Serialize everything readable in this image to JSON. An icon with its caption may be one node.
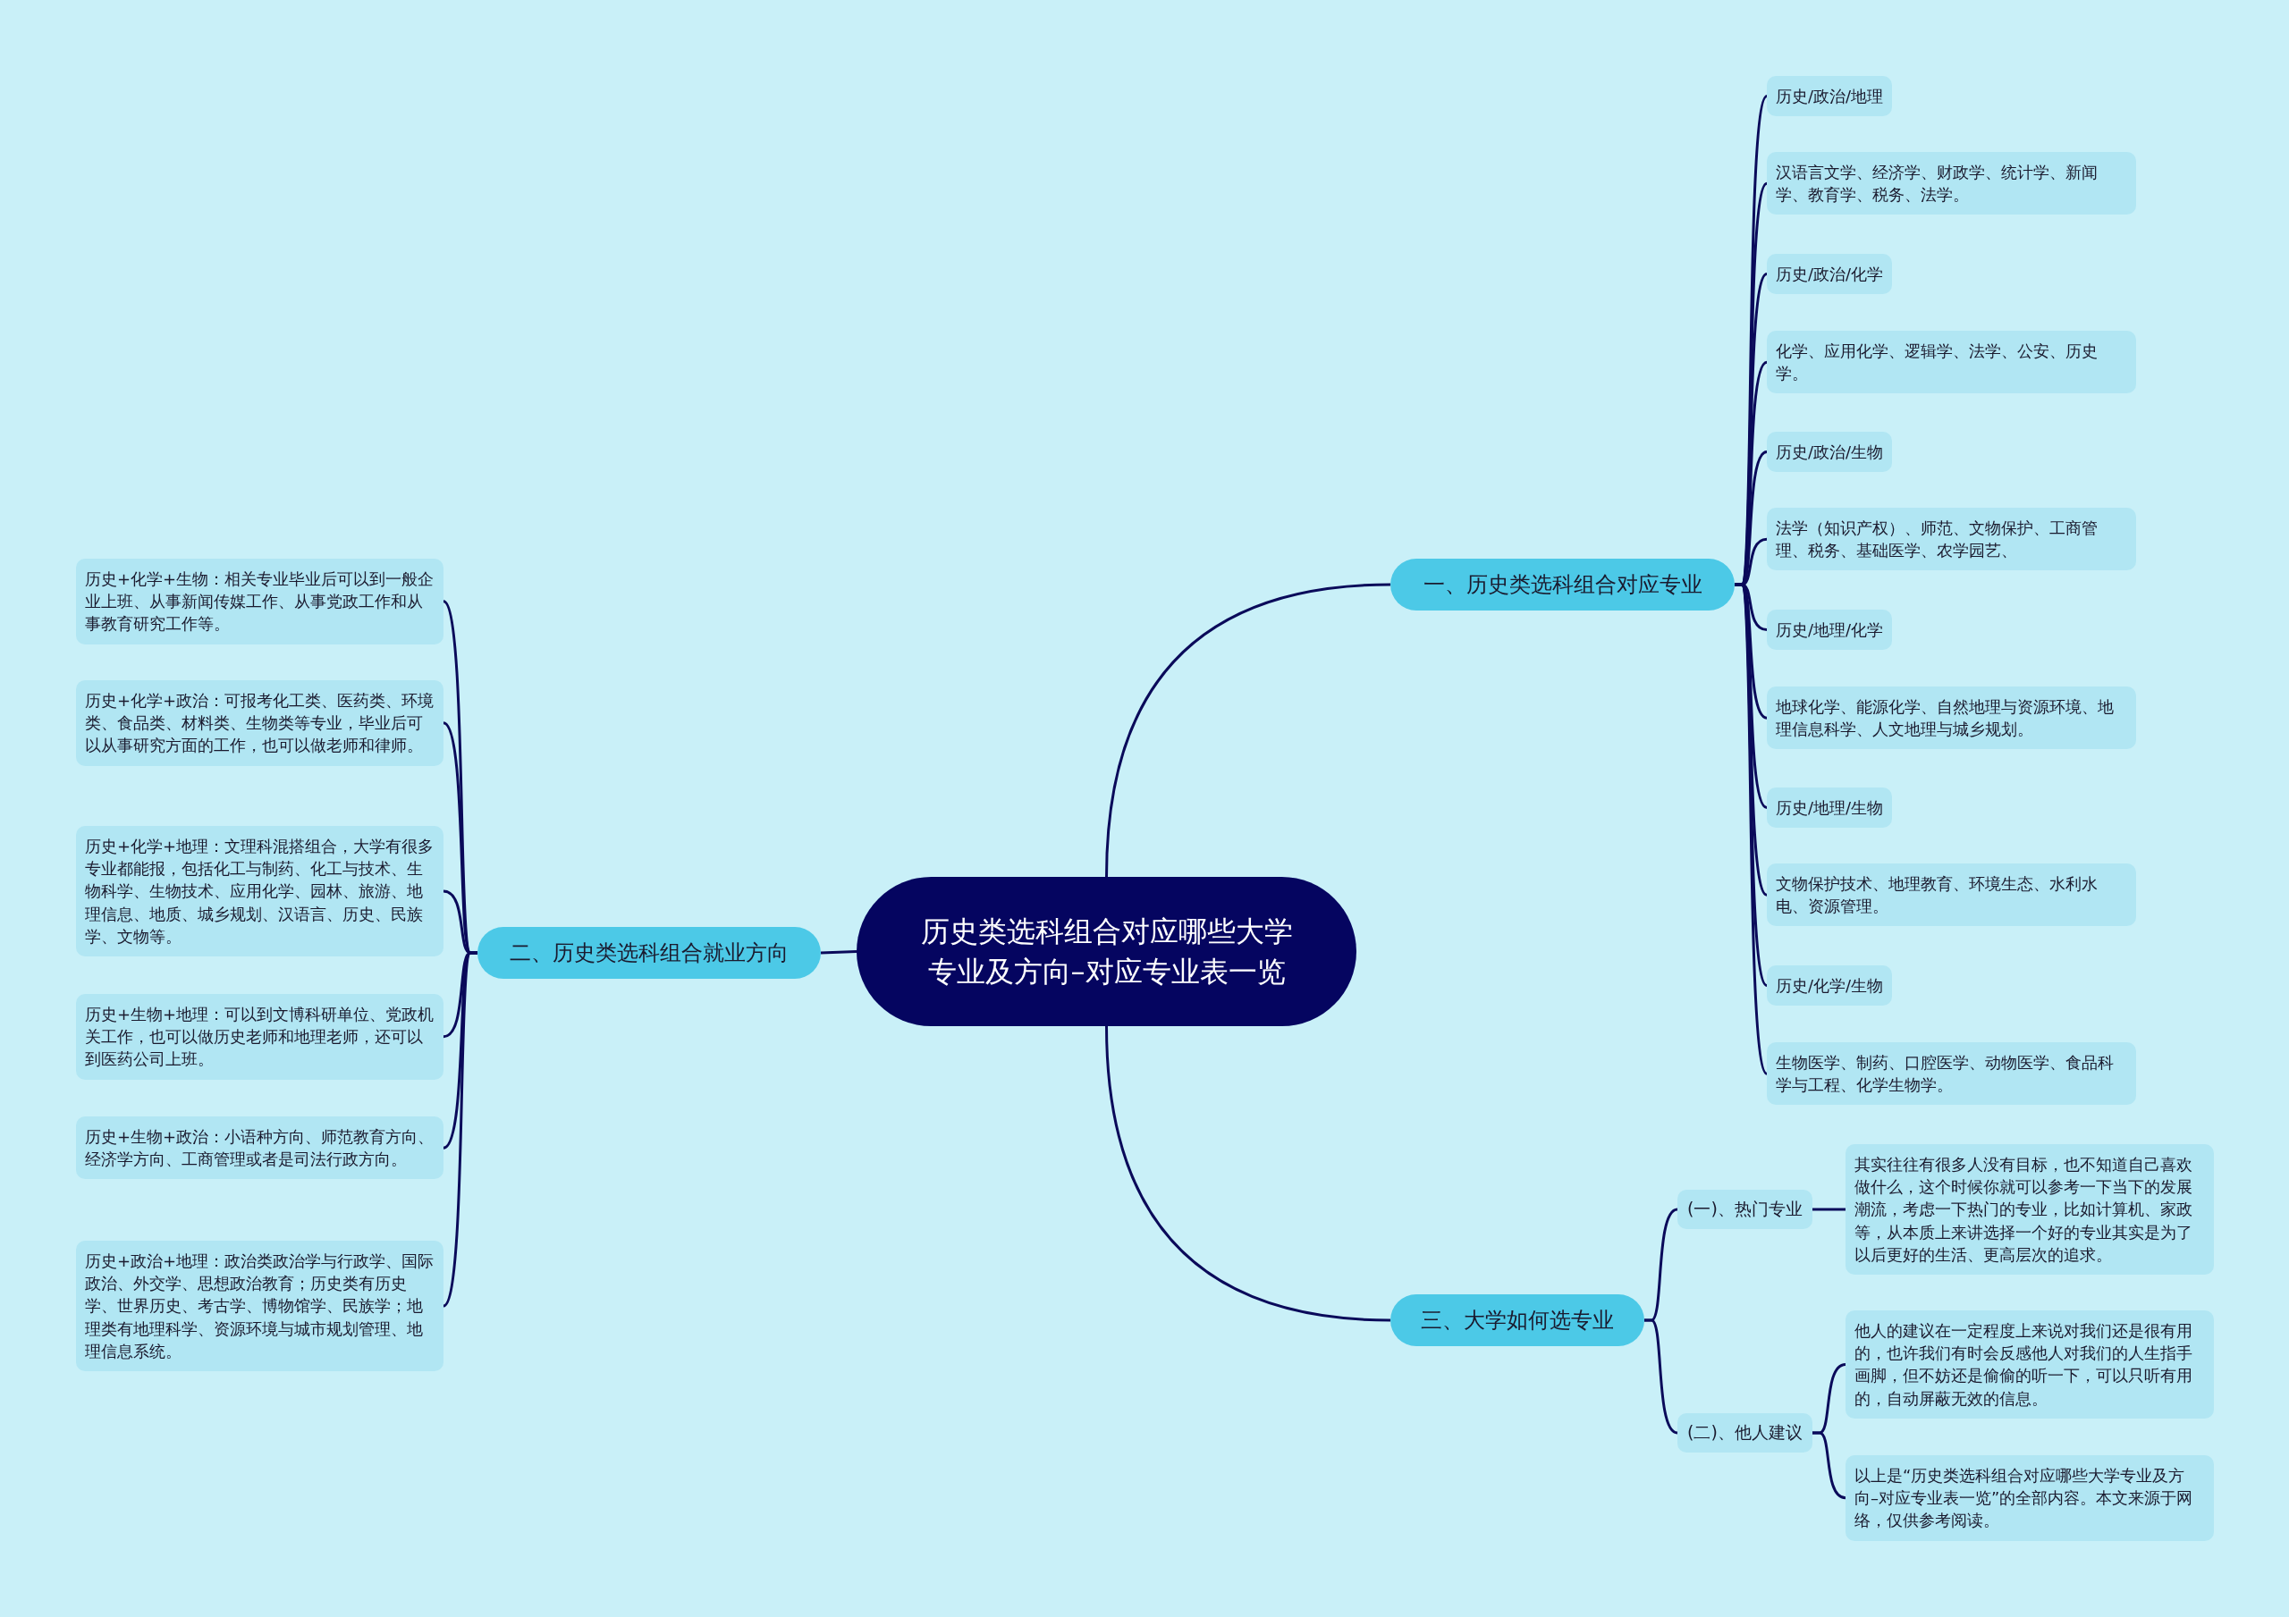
{
  "diagram": {
    "nodes": [
      {
        "text": [
          "历史类选科组合对应哪些大学专业及方向–对应专业表一览"
        ]
      },
      {
        "text": [
          "一、历史类选科组合对应专业"
        ]
      },
      {
        "text": [
          "历史/政治/地理"
        ]
      },
      {
        "text": [
          "汉语言文学、经济学、财政学、统计学、新闻学、教育学、税务、法学。"
        ]
      },
      {
        "text": [
          "历史/政治/化学"
        ]
      },
      {
        "text": [
          "化学、应用化学、逻辑学、法学、公安、历史学。"
        ]
      },
      {
        "text": [
          "历史/政治/生物"
        ]
      },
      {
        "text": [
          "法学（知识产权）、师范、文物保护、工商管理、税务、基础医学、农学园艺、"
        ]
      },
      {
        "text": [
          "历史/地理/化学"
        ]
      },
      {
        "text": [
          "地球化学、能源化学、自然地理与资源环境、地理信息科学、人文地理与城乡规划。"
        ]
      },
      {
        "text": [
          "历史/地理/生物"
        ]
      },
      {
        "text": [
          "文物保护技术、地理教育、环境生态、水利水电、资源管理。"
        ]
      },
      {
        "text": [
          "历史/化学/生物"
        ]
      },
      {
        "text": [
          "生物医学、制药、口腔医学、动物医学、食品科学与工程、化学生物学。"
        ]
      },
      {
        "text": [
          "二、历史类选科组合就业方向"
        ]
      },
      {
        "text": [
          "历史+化学+生物：相关专业毕业后可以到一般企业上班、从事新闻传媒工作、从事党政工作和从事教育研究工作等。"
        ]
      },
      {
        "text": [
          "历史+化学+政治：可报考化工类、医药类、环境类、食品类、材料类、生物类等专业，毕业后可以从事研究方面的工作，也可以做老师和律师。"
        ]
      },
      {
        "text": [
          "历史+化学+地理：文理科混搭组合，大学有很多专业都能报，包括化工与制药、化工与技术、生物科学、生物技术、应用化学、园林、旅游、地理信息、地质、城乡规划、汉语言、历史、民族学、文物等。"
        ]
      },
      {
        "text": [
          "历史+生物+地理：可以到文博科研单位、党政机关工作，也可以做历史老师和地理老师，还可以到医药公司上班。"
        ]
      },
      {
        "text": [
          "历史+生物+政治：小语种方向、师范教育方向、经济学方向、工商管理或者是司法行政方向。"
        ]
      },
      {
        "text": [
          "历史+政治+地理：政治类政治学与行政学、国际政治、外交学、思想政治教育；历史类有历史学、世界历史、考古学、博物馆学、民族学；地理类有地理科学、资源环境与城市规划管理、地理信息系统。"
        ]
      },
      {
        "text": [
          "三、大学如何选专业"
        ]
      },
      {
        "text": [
          "(一)、热门专业"
        ]
      },
      {
        "text": [
          "其实往往有很多人没有目标，也不知道自己喜欢做什么，这个时候你就可以参考一下当下的发展潮流，考虑一下热门的专业，比如计算机、家政等，从本质上来讲选择一个好的专业其实是为了以后更好的生活、更高层次的追求。"
        ]
      },
      {
        "text": [
          "(二)、他人建议"
        ]
      },
      {
        "text": [
          "他人的建议在一定程度上来说对我们还是很有用的，也许我们有时会反感他人对我们的人生指手画脚，但不妨还是偷偷的听一下，可以只听有用的，自动屏蔽无效的信息。"
        ]
      },
      {
        "text": [
          "以上是“历史类选科组合对应哪些大学专业及方向–对应专业表一览”的全部内容。本文来源于网络，仅供参考阅读。"
        ]
      }
    ],
    "edges": [
      {
        "from": 0,
        "to": 1,
        "arrow": "none"
      },
      {
        "from": 1,
        "to": 2,
        "arrow": "none"
      },
      {
        "from": 1,
        "to": 3,
        "arrow": "none"
      },
      {
        "from": 1,
        "to": 4,
        "arrow": "none"
      },
      {
        "from": 1,
        "to": 5,
        "arrow": "none"
      },
      {
        "from": 1,
        "to": 6,
        "arrow": "none"
      },
      {
        "from": 1,
        "to": 7,
        "arrow": "none"
      },
      {
        "from": 1,
        "to": 8,
        "arrow": "none"
      },
      {
        "from": 1,
        "to": 9,
        "arrow": "none"
      },
      {
        "from": 1,
        "to": 10,
        "arrow": "none"
      },
      {
        "from": 1,
        "to": 11,
        "arrow": "none"
      },
      {
        "from": 1,
        "to": 12,
        "arrow": "none"
      },
      {
        "from": 1,
        "to": 13,
        "arrow": "none"
      },
      {
        "from": 0,
        "to": 14,
        "arrow": "none"
      },
      {
        "from": 14,
        "to": 15,
        "arrow": "none"
      },
      {
        "from": 14,
        "to": 16,
        "arrow": "none"
      },
      {
        "from": 14,
        "to": 17,
        "arrow": "none"
      },
      {
        "from": 14,
        "to": 18,
        "arrow": "none"
      },
      {
        "from": 14,
        "to": 19,
        "arrow": "none"
      },
      {
        "from": 14,
        "to": 20,
        "arrow": "none"
      },
      {
        "from": 0,
        "to": 21,
        "arrow": "none"
      },
      {
        "from": 21,
        "to": 22,
        "arrow": "none"
      },
      {
        "from": 21,
        "to": 24,
        "arrow": "none"
      },
      {
        "from": 22,
        "to": 23,
        "arrow": "none"
      },
      {
        "from": 24,
        "to": 25,
        "arrow": "none"
      },
      {
        "from": 24,
        "to": 26,
        "arrow": "none"
      }
    ]
  }
}
